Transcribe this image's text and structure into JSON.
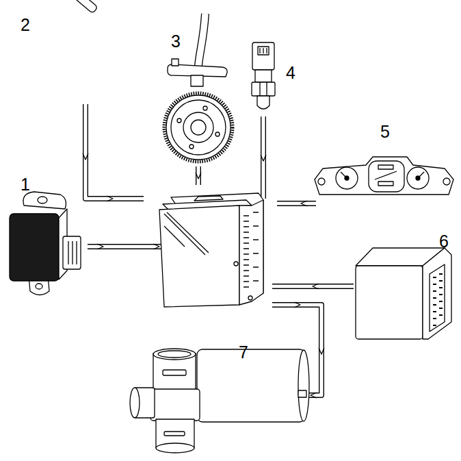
{
  "diagram": {
    "labels": [
      "2",
      "3",
      "4",
      "5",
      "1",
      "6",
      "7"
    ]
  }
}
